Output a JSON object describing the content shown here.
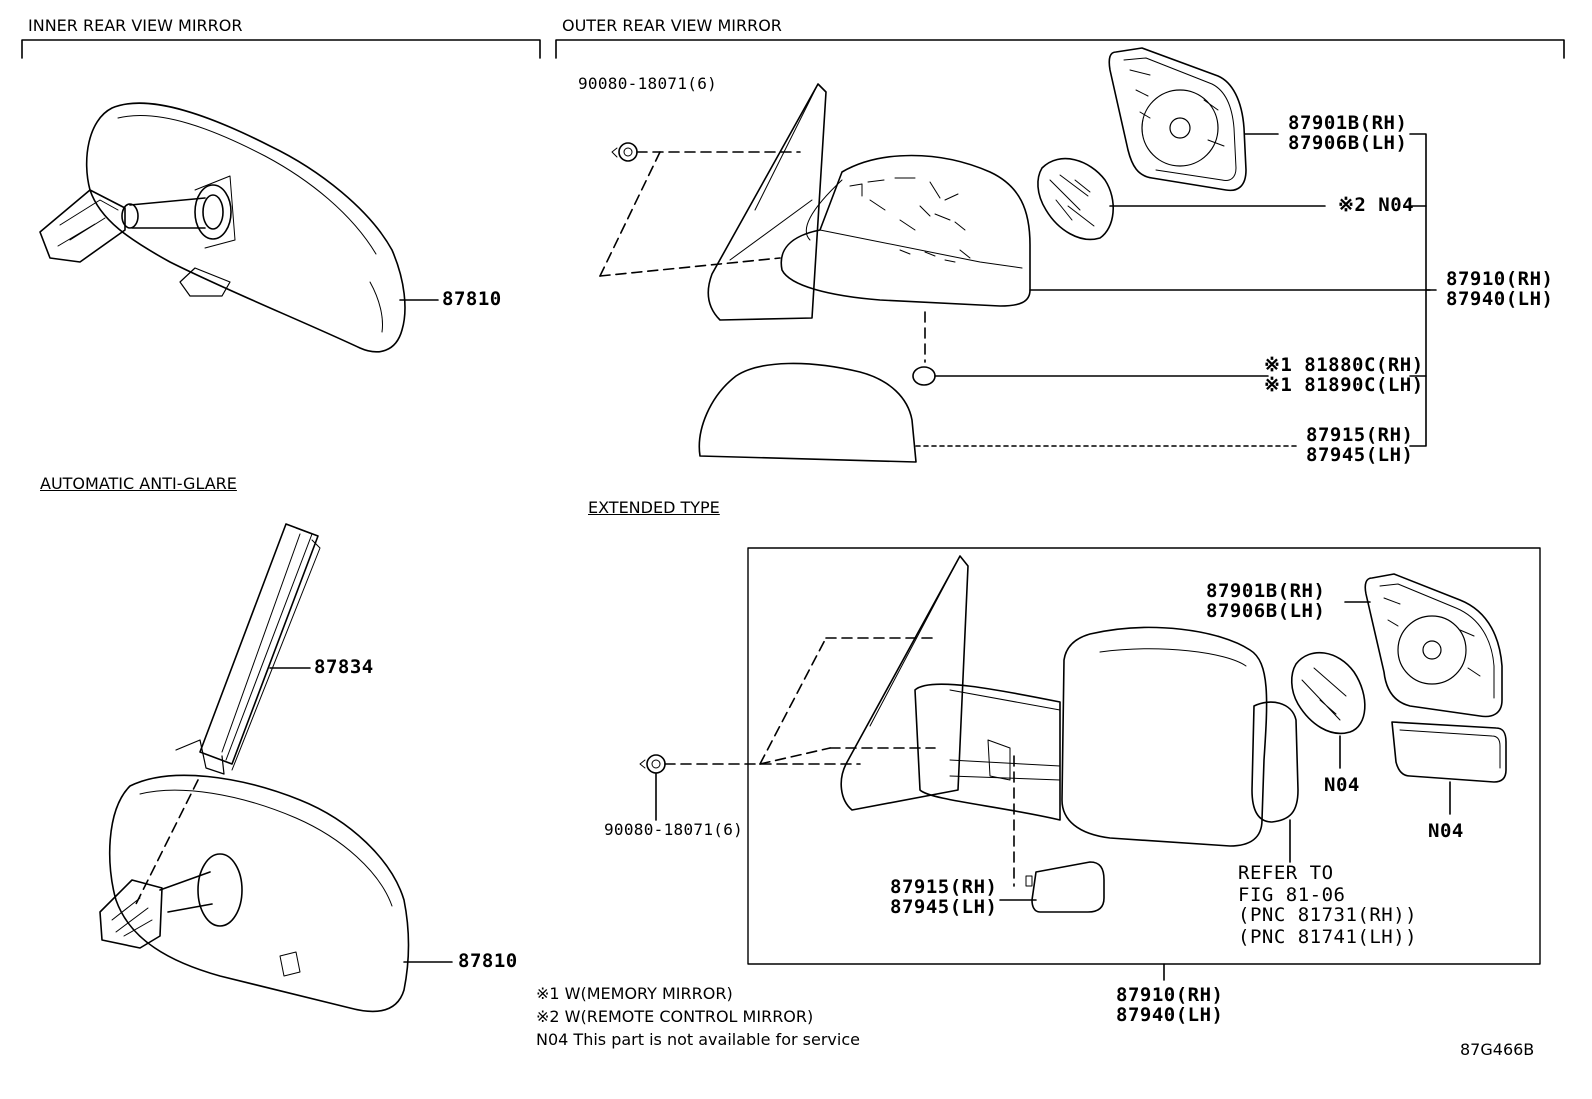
{
  "sections": {
    "inner": "INNER REAR VIEW MIRROR",
    "outer": "OUTER REAR VIEW MIRROR",
    "anti_glare": "AUTOMATIC ANTI-GLARE",
    "extended": "EXTENDED TYPE"
  },
  "callouts": {
    "inner_mirror": "87810",
    "anti_glare_mirror": "87810",
    "anti_glare_cover": "87834",
    "clip_top": "90080-18071(6)",
    "clip_ext": "90080-18071(6)",
    "glass_rh": "87901B(RH)",
    "glass_lh": "87906B(LH)",
    "motor_top": "※2 N04",
    "assy_rh": "87910(RH)",
    "assy_lh": "87940(LH)",
    "lamp_rh": "※1 81880C(RH)",
    "lamp_lh": "※1 81890C(LH)",
    "cover_rh": "87915(RH)",
    "cover_lh": "87945(LH)",
    "ext_glass_rh": "87901B(RH)",
    "ext_glass_lh": "87906B(LH)",
    "ext_motor": "N04",
    "ext_lower_glass": "N04",
    "ext_cover_rh": "87915(RH)",
    "ext_cover_lh": "87945(LH)",
    "refer_1": "REFER TO",
    "refer_2": "FIG 81-06",
    "refer_3": "(PNC 81731(RH))",
    "refer_4": "(PNC 81741(LH))",
    "ext_assy_rh": "87910(RH)",
    "ext_assy_lh": "87940(LH)"
  },
  "notes": [
    "※1 W(MEMORY MIRROR)",
    "※2 W(REMOTE CONTROL MIRROR)",
    "N04 This part is not available for service"
  ],
  "diagram_code": "87G466B"
}
